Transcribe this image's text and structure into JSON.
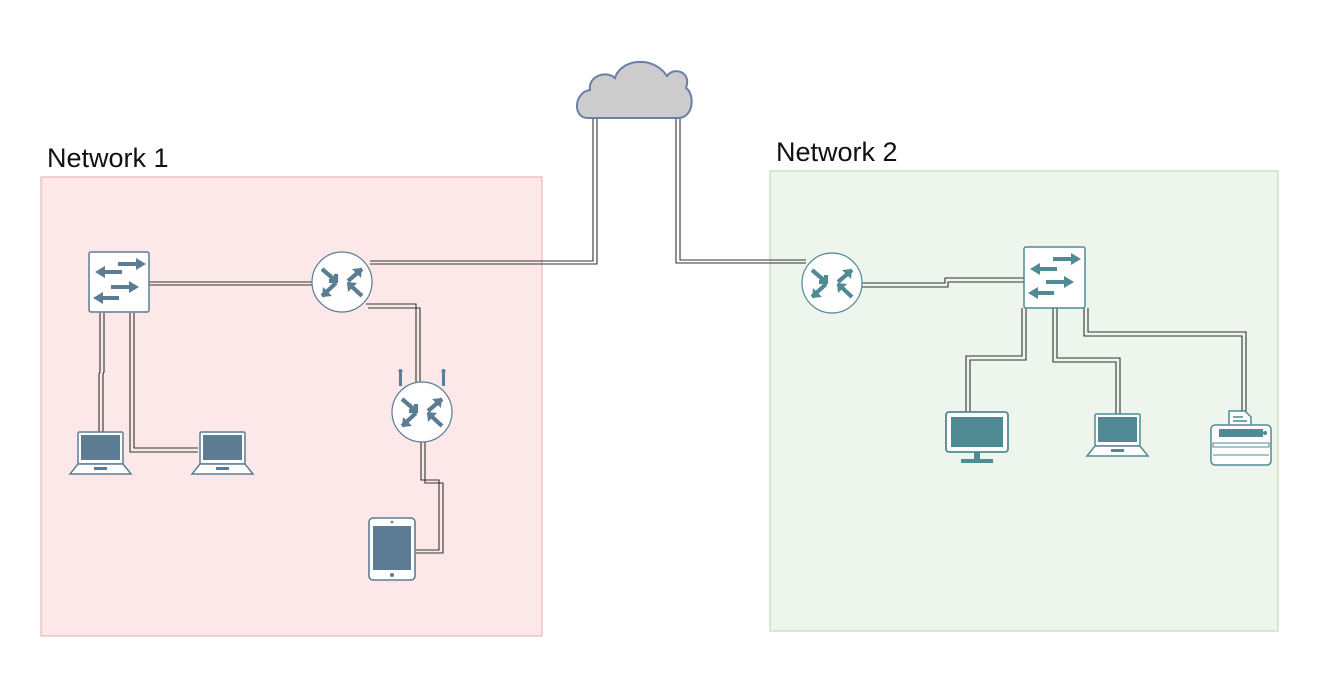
{
  "networks": [
    {
      "id": "net1",
      "label": "Network 1",
      "fill": "#fce8e8",
      "stroke": "#e6a8a8"
    },
    {
      "id": "net2",
      "label": "Network 2",
      "fill": "#edf5ec",
      "stroke": "#b6d8ae"
    }
  ],
  "colors": {
    "device_net1": "#5c7c93",
    "device_net2": "#4f8a95",
    "cable": "#333333",
    "cloud_fill": "#cccccc",
    "cloud_stroke": "#6a7fa8"
  },
  "icons": {
    "cloud": "cloud-icon",
    "switch": "switch-icon",
    "router": "router-icon",
    "wireless_router": "wireless-router-icon",
    "laptop": "laptop-icon",
    "tablet": "tablet-icon",
    "monitor": "desktop-monitor-icon",
    "printer": "printer-icon"
  }
}
